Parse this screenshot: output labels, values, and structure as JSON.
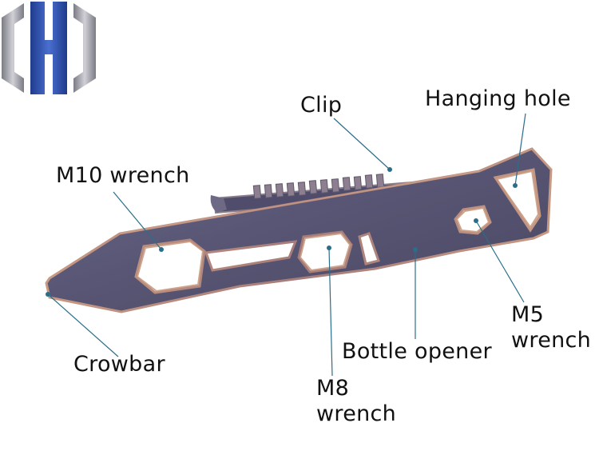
{
  "image": {
    "logo_icon": "h-bracket-logo-icon",
    "colors": {
      "background": "#ffffff",
      "tool_body": "#5b5a7a",
      "tool_edge": "#b98a72",
      "logo_blue": "#2f4fa8",
      "logo_gray": "#9a9aa2",
      "callout_line": "#2a6e8a",
      "label_text": "#111111"
    }
  },
  "callouts": {
    "clip": "Clip",
    "hanging_hole": "Hanging hole",
    "m10_wrench": "M10 wrench",
    "crowbar": "Crowbar",
    "m8_wrench": "M8\nwrench",
    "bottle_opener": "Bottle opener",
    "m5_wrench": "M5\nwrench"
  }
}
